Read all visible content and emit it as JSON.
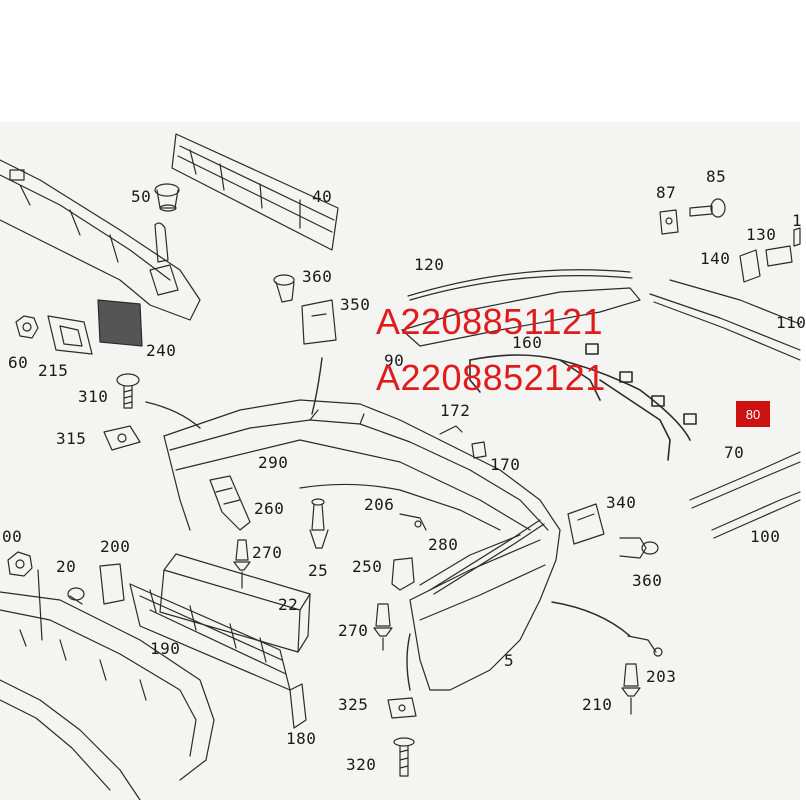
{
  "part_numbers": [
    "A2208851121",
    "A2208852121"
  ],
  "badge": "80",
  "callouts": [
    {
      "id": "c40",
      "text": "40"
    },
    {
      "id": "c50",
      "text": "50"
    },
    {
      "id": "c87",
      "text": "87"
    },
    {
      "id": "c85",
      "text": "85"
    },
    {
      "id": "c130",
      "text": "130"
    },
    {
      "id": "c140",
      "text": "140"
    },
    {
      "id": "c1",
      "text": "1"
    },
    {
      "id": "c110",
      "text": "110"
    },
    {
      "id": "c120",
      "text": "120"
    },
    {
      "id": "c360a",
      "text": "360"
    },
    {
      "id": "c350",
      "text": "350"
    },
    {
      "id": "c60",
      "text": "60"
    },
    {
      "id": "c215",
      "text": "215"
    },
    {
      "id": "c240",
      "text": "240"
    },
    {
      "id": "c310",
      "text": "310"
    },
    {
      "id": "c315",
      "text": "315"
    },
    {
      "id": "c90",
      "text": "90"
    },
    {
      "id": "c160",
      "text": "160"
    },
    {
      "id": "c172",
      "text": "172"
    },
    {
      "id": "c170",
      "text": "170"
    },
    {
      "id": "c70",
      "text": "70"
    },
    {
      "id": "c290",
      "text": "290"
    },
    {
      "id": "c260",
      "text": "260"
    },
    {
      "id": "c206",
      "text": "206"
    },
    {
      "id": "c340",
      "text": "340"
    },
    {
      "id": "c00",
      "text": "00"
    },
    {
      "id": "c200",
      "text": "200"
    },
    {
      "id": "c20",
      "text": "20"
    },
    {
      "id": "c270a",
      "text": "270"
    },
    {
      "id": "c25",
      "text": "25"
    },
    {
      "id": "c280",
      "text": "280"
    },
    {
      "id": "c100",
      "text": "100"
    },
    {
      "id": "c360b",
      "text": "360"
    },
    {
      "id": "c250",
      "text": "250"
    },
    {
      "id": "c22",
      "text": "22"
    },
    {
      "id": "c190",
      "text": "190"
    },
    {
      "id": "c270b",
      "text": "270"
    },
    {
      "id": "c5",
      "text": "5"
    },
    {
      "id": "c203",
      "text": "203"
    },
    {
      "id": "c210",
      "text": "210"
    },
    {
      "id": "c325",
      "text": "325"
    },
    {
      "id": "c180",
      "text": "180"
    },
    {
      "id": "c320",
      "text": "320"
    }
  ]
}
